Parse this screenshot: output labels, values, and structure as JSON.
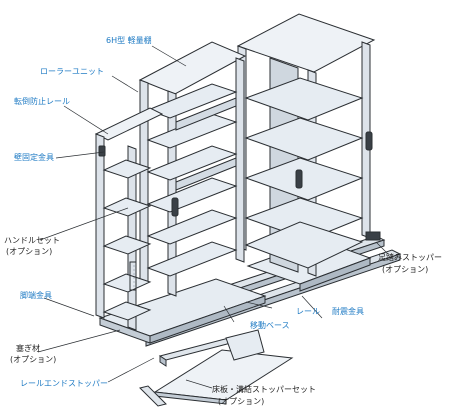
{
  "title": "",
  "colors": {
    "callout_blue": "#1f7bc4",
    "callout_black": "#222222",
    "shelf": "#e6ecf2",
    "frame": "#c4cdd6",
    "line": "#2b2f33"
  },
  "labels": {
    "light_shelf": "6H型 軽量棚",
    "roller_unit": "ローラーユニット",
    "anti_topple_rail": "転倒防止レール",
    "wall_fixing": "壁固定金具",
    "handle_set": "ハンドルセット",
    "handle_set_opt": "(オプション)",
    "leg_fitting": "脚端金具",
    "spacer": "塞ぎ材",
    "spacer_opt": "(オプション)",
    "rail_end_stopper": "レールエンドストッパー",
    "foot_stopper": "足踏みストッパー",
    "foot_stopper_opt": "(オプション)",
    "rail": "レール",
    "seismic_fitting": "耐震金具",
    "moving_base": "移動ベース",
    "floor_board_set": "床板・溝結ストッパーセット",
    "floor_board_set_opt": "(オプション)"
  }
}
